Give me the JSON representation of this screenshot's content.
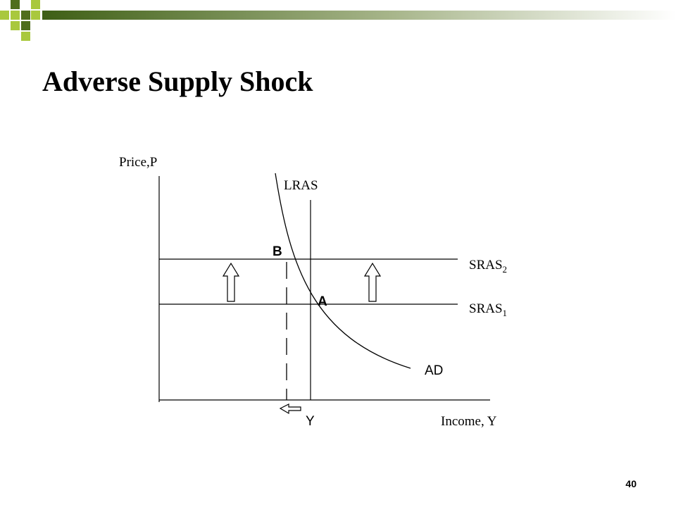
{
  "slide": {
    "title": "Adverse Supply Shock",
    "page_number": "40",
    "theme": {
      "green_dark": "#4F6E1C",
      "green_light": "#A9C83D",
      "bar_start": "#3E5F15",
      "bar_end": "#FFFFFF"
    }
  },
  "diagram": {
    "y_axis_label": "Price,P",
    "x_axis_label": "Income, Y",
    "lras_label": "LRAS",
    "sras2_label": {
      "base": "SRAS",
      "sub": "2"
    },
    "sras1_label": {
      "base": "SRAS",
      "sub": "1"
    },
    "ad_label": "AD",
    "point_b_label": "B",
    "point_a_label": "A",
    "x_tick_label": "Y",
    "icons": [
      "up-arrow-icon",
      "up-arrow-icon",
      "left-arrow-icon"
    ]
  }
}
